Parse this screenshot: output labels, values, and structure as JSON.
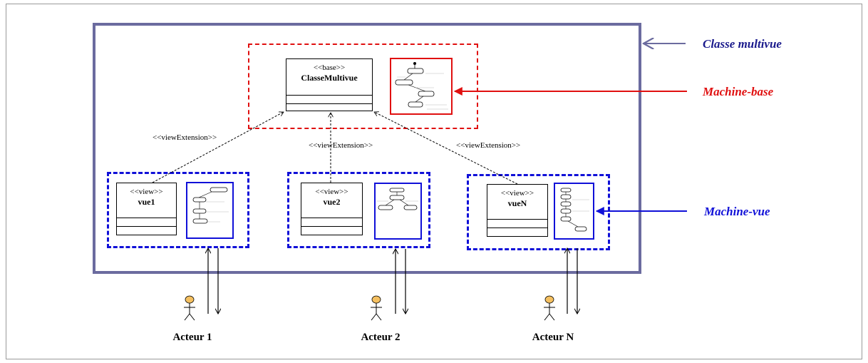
{
  "diagram": {
    "base_class": {
      "stereotype": "<<base>>",
      "name": "ClasseMultivue"
    },
    "views": [
      {
        "stereotype": "<<view>>",
        "name": "vue1"
      },
      {
        "stereotype": "<<view>>",
        "name": "vue2"
      },
      {
        "stereotype": "<<view>>",
        "name": "vueN"
      }
    ],
    "relation_label": "<<viewExtension>>",
    "callouts": {
      "classe_multivue": "Classe multivue",
      "machine_base": "Machine-base",
      "machine_vue": "Machine-vue"
    },
    "actors": [
      "Acteur 1",
      "Acteur 2",
      "Acteur N"
    ],
    "colors": {
      "outer_border": "#6b6b9f",
      "machine_base": "#e01010",
      "machine_vue": "#1010d8",
      "classe_multivue_text": "#1a1a8c",
      "actor_head": "#f5c060"
    }
  }
}
